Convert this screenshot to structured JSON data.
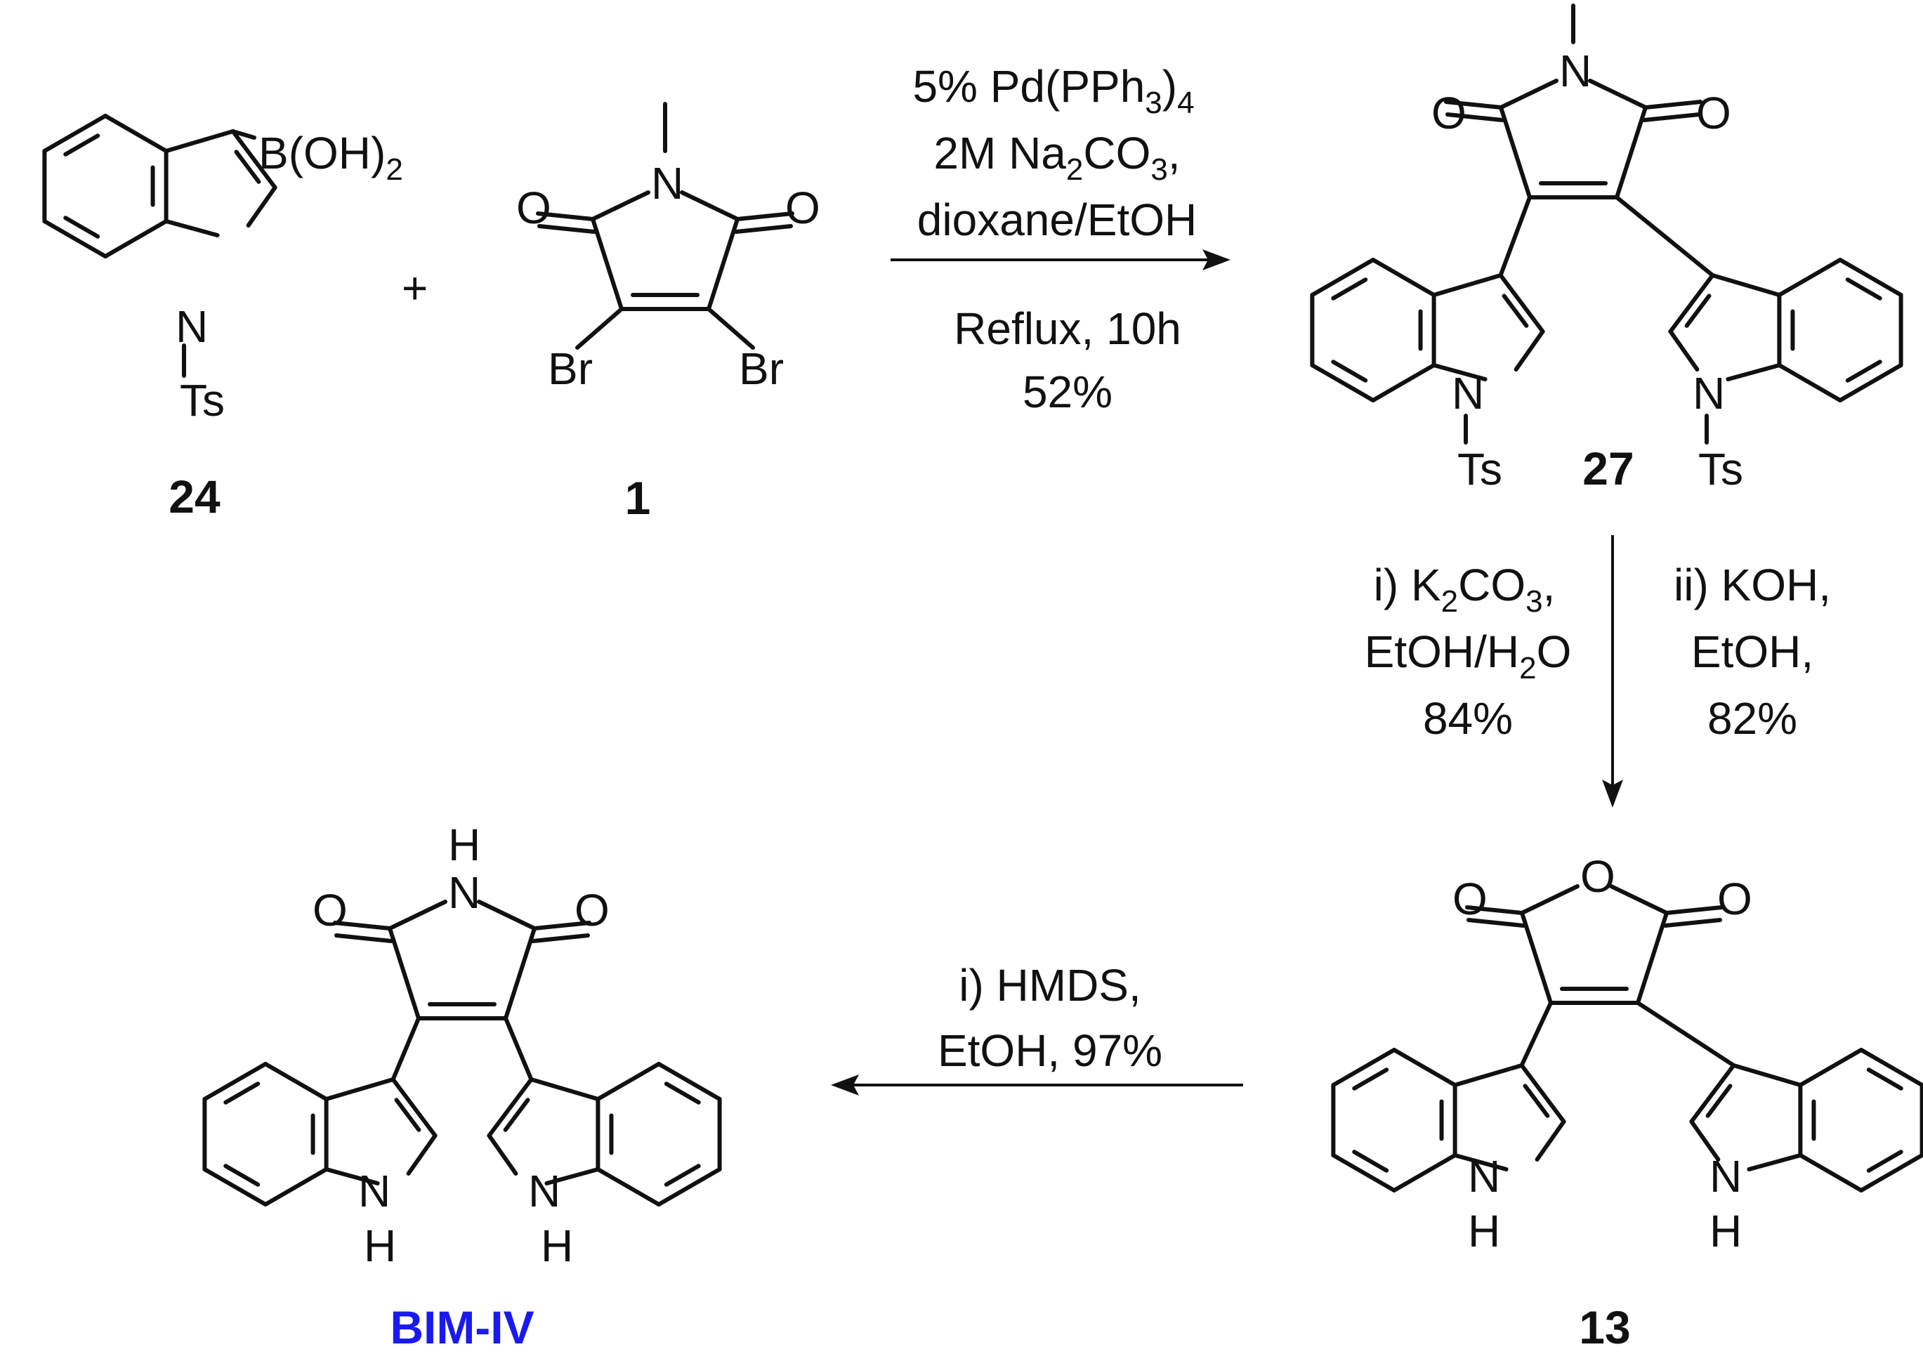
{
  "colors": {
    "ink": "#111111",
    "highlight": "#1a1aee"
  },
  "atoms": {
    "boronic": "B(OH)",
    "boronic_sub": "2",
    "n": "N",
    "ts": "Ts",
    "o": "O",
    "br": "Br",
    "h": "H"
  },
  "plus": "+",
  "step1": {
    "line1_pre": "5% Pd(PPh",
    "line1_sub": "3",
    "line1_post": ")",
    "line1_sub2": "4",
    "line2_pre": "2M Na",
    "line2_sub": "2",
    "line2_mid": "CO",
    "line2_sub2": "3",
    "line2_post": ",",
    "line3": "dioxane/EtOH",
    "line4": "Reflux, 10h",
    "line5": "52%"
  },
  "step2a": {
    "line1_pre": "i) K",
    "line1_sub": "2",
    "line1_mid": "CO",
    "line1_sub2": "3",
    "line1_post": ",",
    "line2_pre": "EtOH/H",
    "line2_sub": "2",
    "line2_post": "O",
    "line3": "84%"
  },
  "step2b": {
    "line1": "ii) KOH,",
    "line2": "EtOH,",
    "line3": "82%"
  },
  "step3": {
    "line1": "i) HMDS,",
    "line2": "EtOH, 97%"
  },
  "labels": {
    "c24": "24",
    "c1": "1",
    "c27": "27",
    "c13": "13",
    "bim": "BIM-IV"
  }
}
